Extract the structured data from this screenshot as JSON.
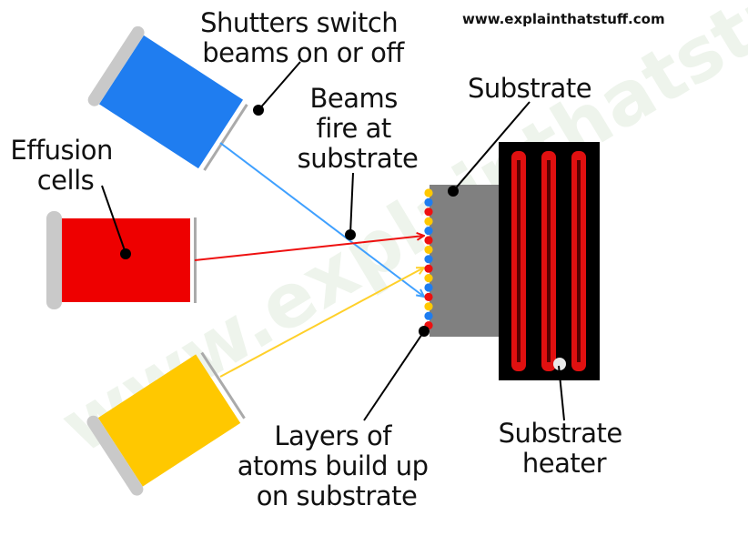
{
  "source_url": "www.explainthatstuff.com",
  "watermark": "www.explainthatstuff.com",
  "labels": {
    "shutters": [
      "Shutters switch",
      "beams on or off"
    ],
    "beams": [
      "Beams",
      "fire at",
      "substrate"
    ],
    "substrate": [
      "Substrate"
    ],
    "effusion": [
      "Effusion",
      "cells"
    ],
    "layers": [
      "Layers of",
      "atoms build up",
      "on substrate"
    ],
    "heater": [
      "Substrate",
      "heater"
    ]
  },
  "colors": {
    "blue_cell": "#1f7df0",
    "red_cell": "#ee0000",
    "yellow_cell": "#ffc800",
    "cap": "#c9c9c9",
    "shutter": "#aaaaaa",
    "substrate": "#808080",
    "heater_bg": "#000000",
    "heater_coil": "#e01010",
    "blue_beam": "#3fa0ff",
    "red_beam": "#ee1010",
    "yellow_beam": "#ffd02a"
  },
  "atom_layer_colors": [
    "#ffc800",
    "#1f7df0",
    "#ee1010"
  ]
}
